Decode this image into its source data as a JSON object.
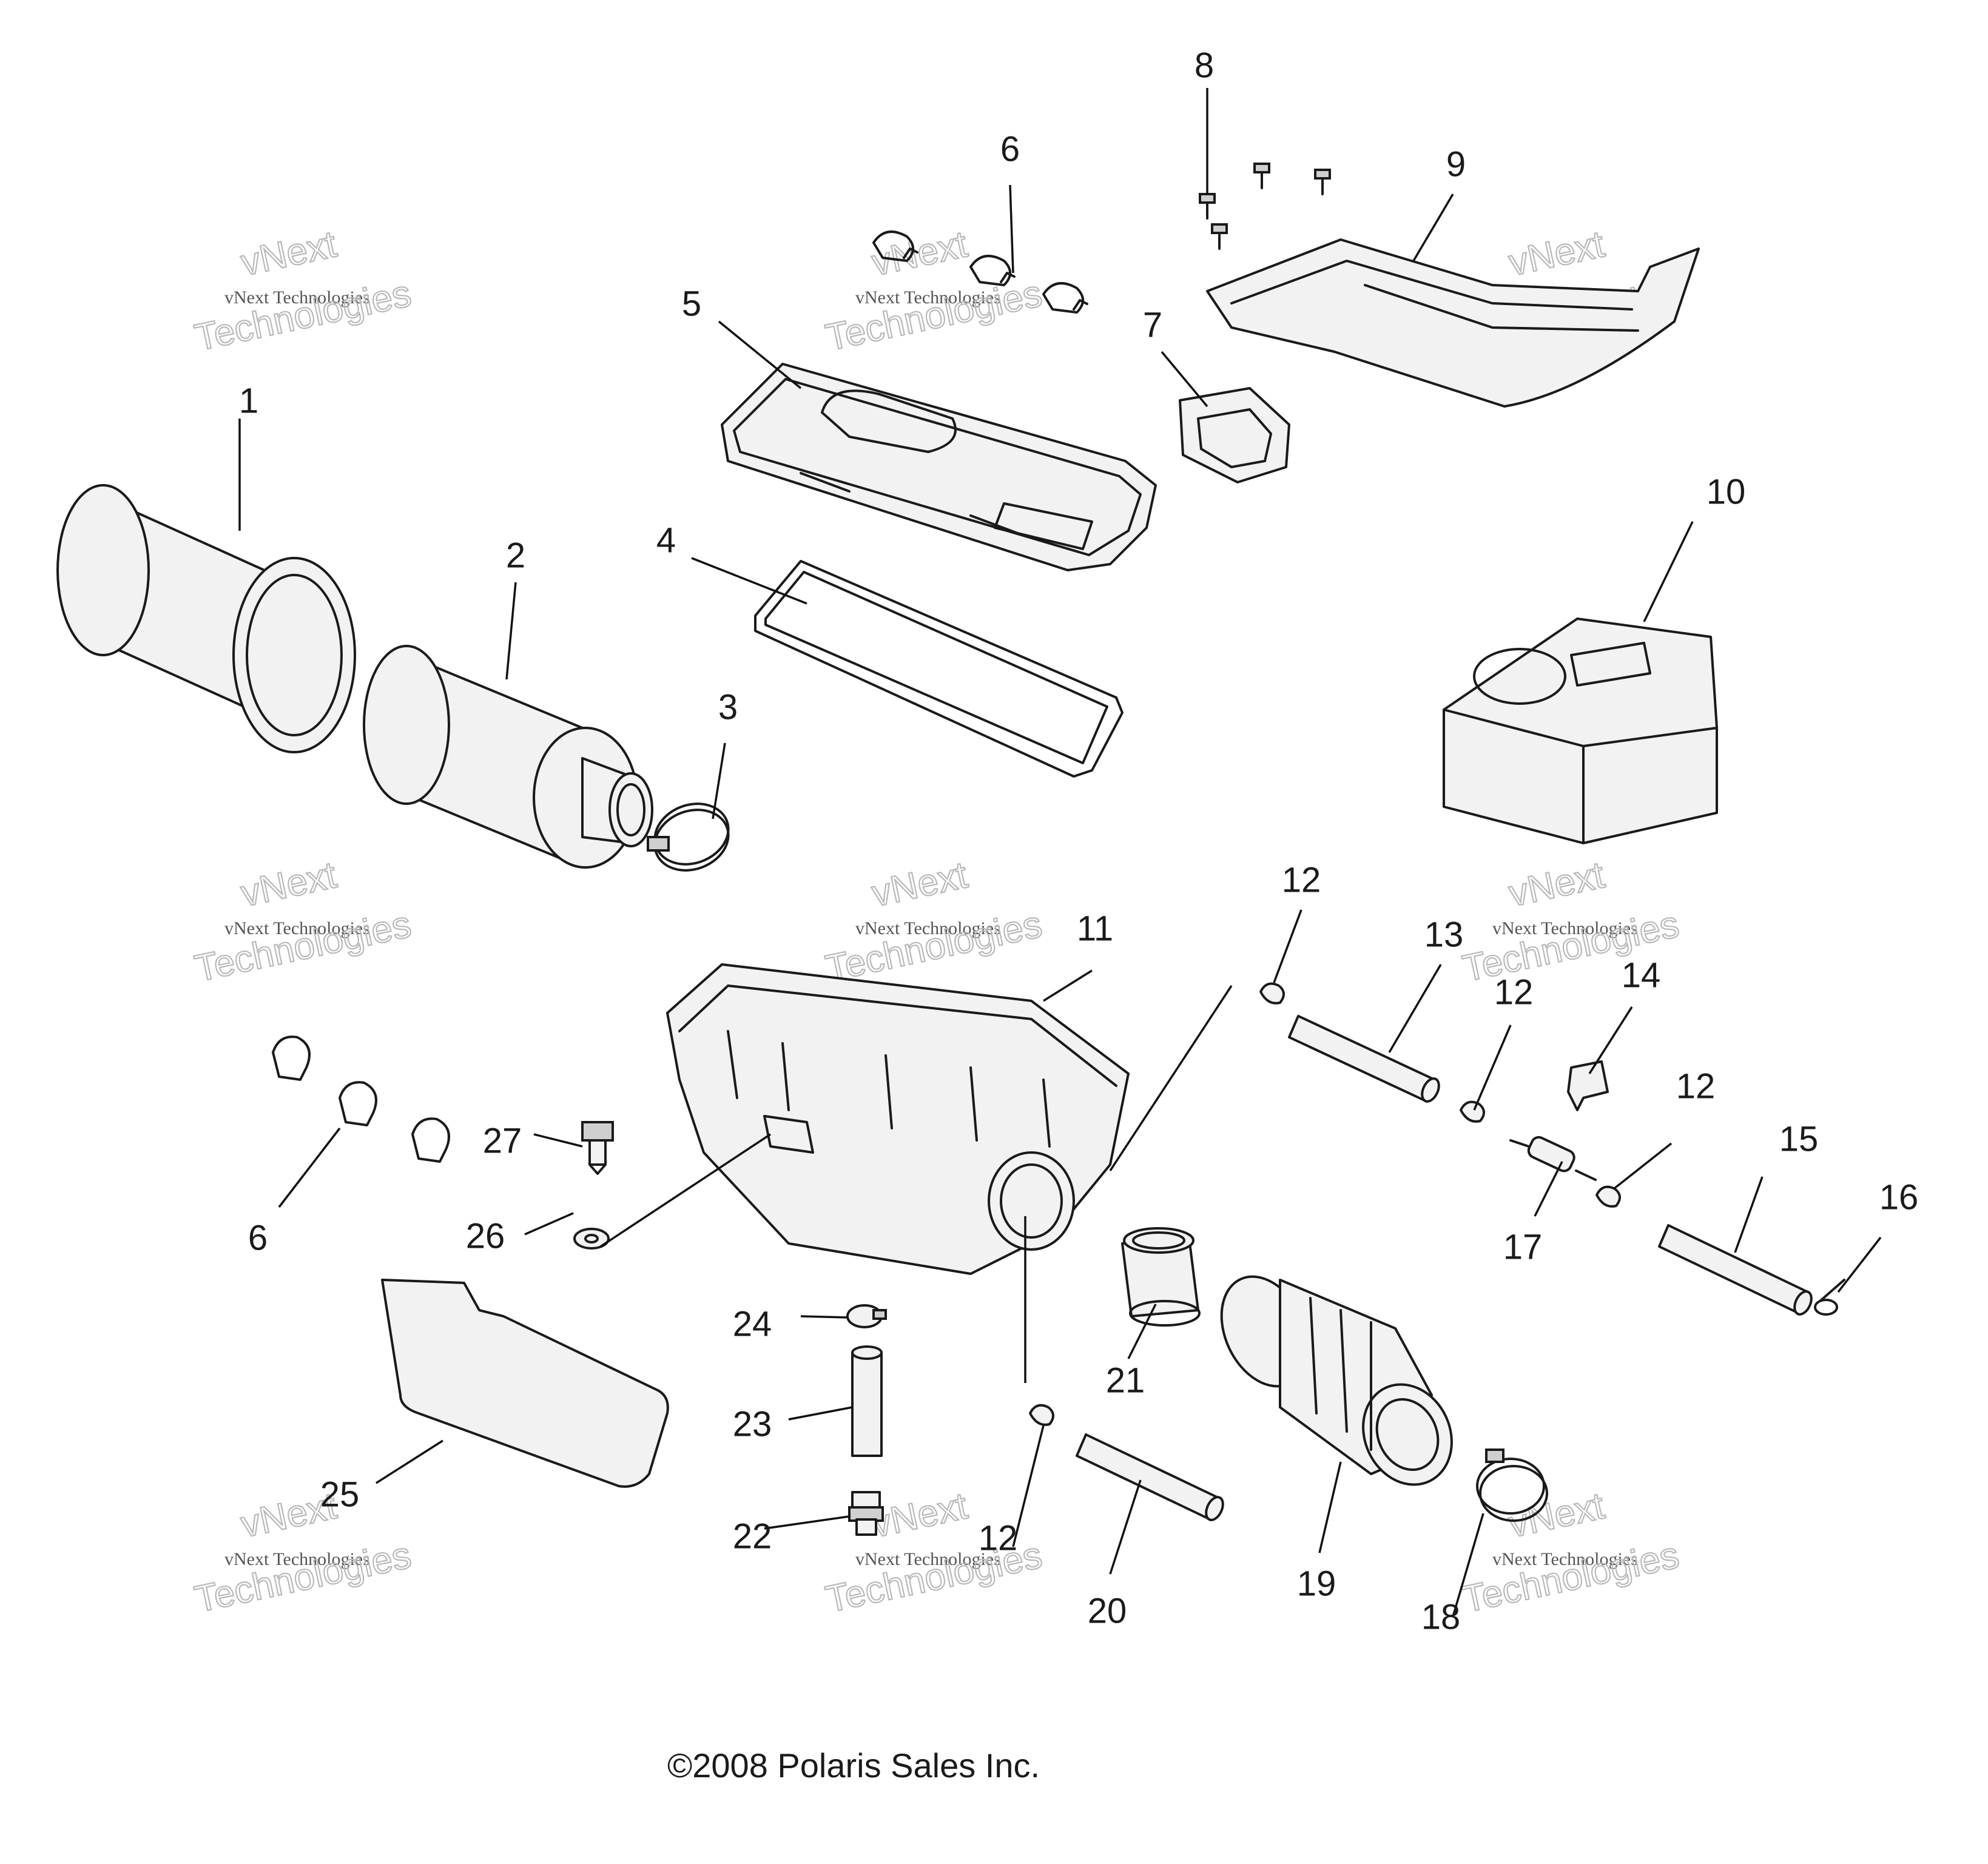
{
  "callouts": [
    {
      "id": "c1",
      "text": "1"
    },
    {
      "id": "c2",
      "text": "2"
    },
    {
      "id": "c3",
      "text": "3"
    },
    {
      "id": "c4",
      "text": "4"
    },
    {
      "id": "c5",
      "text": "5"
    },
    {
      "id": "c6a",
      "text": "6"
    },
    {
      "id": "c6b",
      "text": "6"
    },
    {
      "id": "c7",
      "text": "7"
    },
    {
      "id": "c8",
      "text": "8"
    },
    {
      "id": "c9",
      "text": "9"
    },
    {
      "id": "c10",
      "text": "10"
    },
    {
      "id": "c11",
      "text": "11"
    },
    {
      "id": "c12a",
      "text": "12"
    },
    {
      "id": "c12b",
      "text": "12"
    },
    {
      "id": "c12c",
      "text": "12"
    },
    {
      "id": "c12d",
      "text": "12"
    },
    {
      "id": "c13",
      "text": "13"
    },
    {
      "id": "c14",
      "text": "14"
    },
    {
      "id": "c15",
      "text": "15"
    },
    {
      "id": "c16",
      "text": "16"
    },
    {
      "id": "c17",
      "text": "17"
    },
    {
      "id": "c18",
      "text": "18"
    },
    {
      "id": "c19",
      "text": "19"
    },
    {
      "id": "c20",
      "text": "20"
    },
    {
      "id": "c21",
      "text": "21"
    },
    {
      "id": "c22",
      "text": "22"
    },
    {
      "id": "c23",
      "text": "23"
    },
    {
      "id": "c24",
      "text": "24"
    },
    {
      "id": "c25",
      "text": "25"
    },
    {
      "id": "c26",
      "text": "26"
    },
    {
      "id": "c27",
      "text": "27"
    }
  ],
  "watermark": {
    "line1": "vNext",
    "line2": "vNext Technologies",
    "line3": "Technologies"
  },
  "copyright": "©2008 Polaris Sales Inc."
}
